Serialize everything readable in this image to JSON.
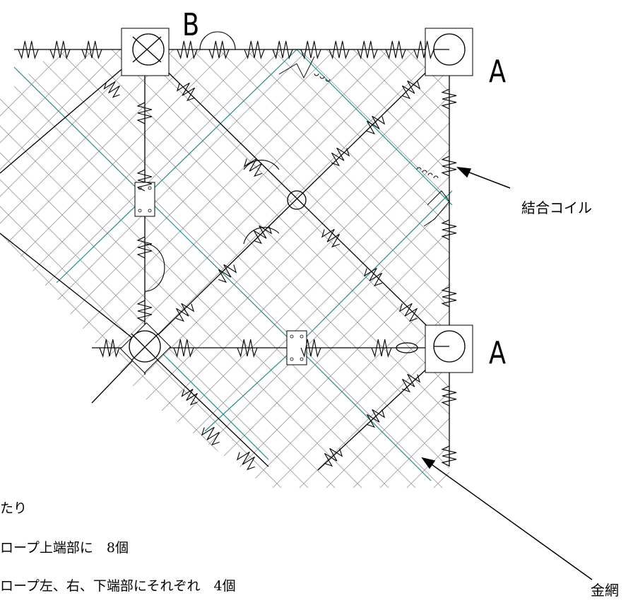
{
  "labels": {
    "b": "B",
    "a_top": "A",
    "a_mid": "A",
    "coupling_coil": "結合コイル",
    "wire_mesh": "金網"
  },
  "notes": {
    "line1": "たり",
    "line2": "ロープ上端部に　8個",
    "line3": "ロープ左、右、下端部にそれぞれ　4個"
  },
  "colors": {
    "line": "#000000",
    "mesh": "#9a9a9a",
    "teal": "#2a8c8c"
  }
}
